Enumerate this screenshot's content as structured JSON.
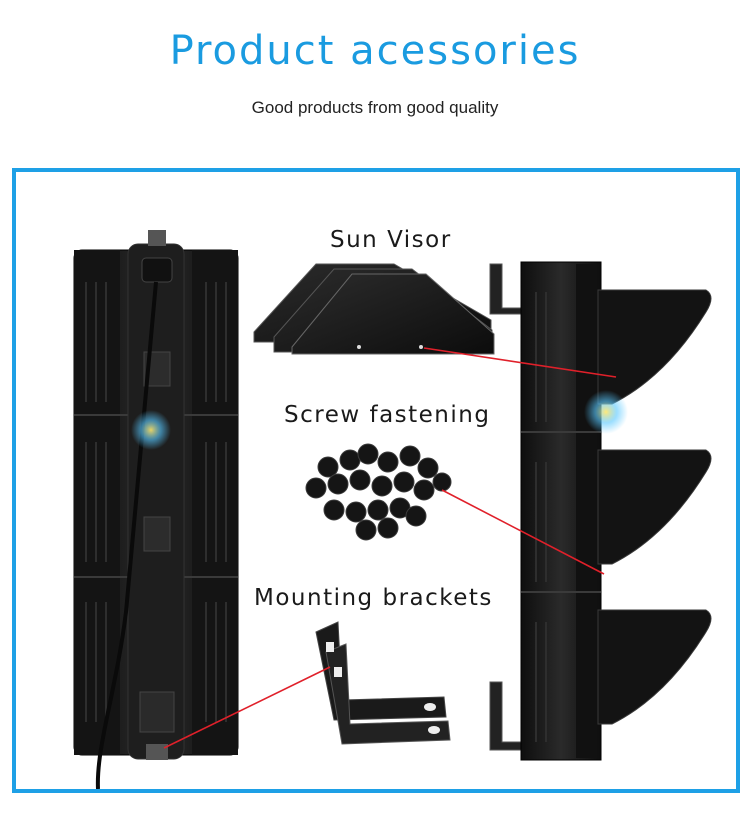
{
  "header": {
    "title": "Product acessories",
    "subtitle": "Good products from good quality"
  },
  "labels": {
    "sun_visor": "Sun Visor",
    "screw_fastening": "Screw fastening",
    "mounting_brackets": "Mounting brackets"
  },
  "colors": {
    "accent": "#1a9be0",
    "frame_border": "#1ea0e6",
    "pointer_line": "#e0202a",
    "product_body": "#1b1b1b"
  }
}
